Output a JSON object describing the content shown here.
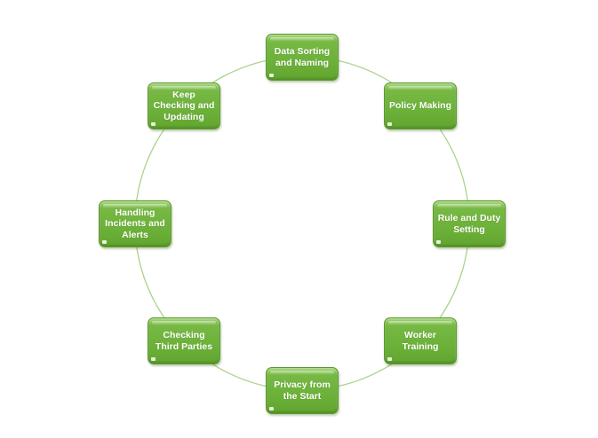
{
  "diagram": {
    "type": "cycle",
    "colors": {
      "node_fill": "#6cb139",
      "node_border": "#5c9a2c",
      "ring": "#a9d38a",
      "text": "#ffffff"
    },
    "nodes": [
      {
        "label": "Data Sorting and Naming"
      },
      {
        "label": "Policy Making"
      },
      {
        "label": "Rule and Duty Setting"
      },
      {
        "label": "Worker Training"
      },
      {
        "label": "Privacy from the Start"
      },
      {
        "label": "Checking Third Parties"
      },
      {
        "label": "Handling Incidents and Alerts"
      },
      {
        "label": "Keep Checking and Updating"
      }
    ]
  }
}
